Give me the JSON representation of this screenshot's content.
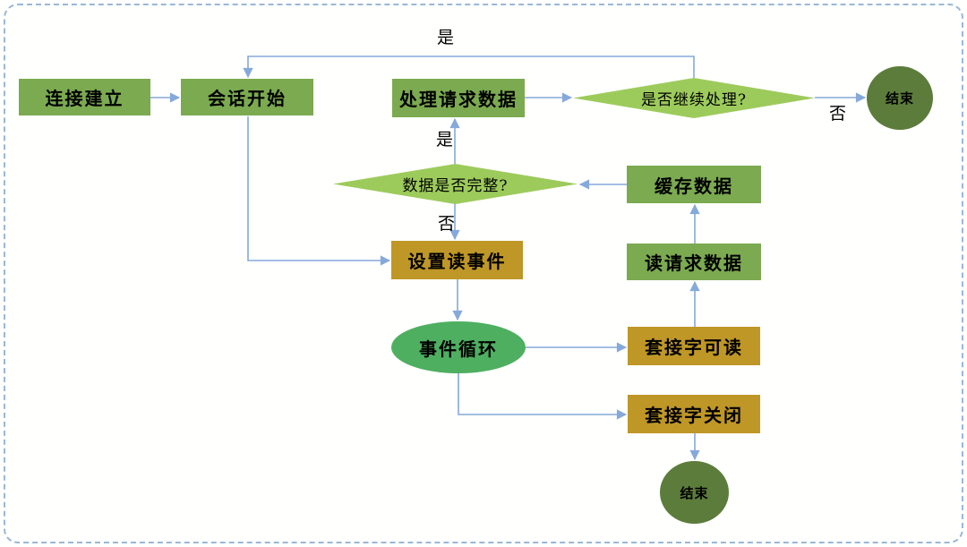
{
  "diagram": {
    "type": "flowchart",
    "language": "zh-CN",
    "nodes": {
      "connection_established": {
        "label": "连接建立",
        "shape": "rect-green"
      },
      "session_start": {
        "label": "会话开始",
        "shape": "rect-green"
      },
      "process_request_data": {
        "label": "处理请求数据",
        "shape": "rect-green"
      },
      "continue_processing_decision": {
        "label": "是否继续处理?",
        "shape": "diamond"
      },
      "end_top": {
        "label": "结束",
        "shape": "circle"
      },
      "data_complete_decision": {
        "label": "数据是否完整?",
        "shape": "diamond"
      },
      "cache_data": {
        "label": "缓存数据",
        "shape": "rect-green"
      },
      "set_read_event": {
        "label": "设置读事件",
        "shape": "rect-gold"
      },
      "read_request_data": {
        "label": "读请求数据",
        "shape": "rect-green"
      },
      "event_loop": {
        "label": "事件循环",
        "shape": "ellipse"
      },
      "socket_readable": {
        "label": "套接字可读",
        "shape": "rect-gold"
      },
      "socket_closed": {
        "label": "套接字关闭",
        "shape": "rect-gold"
      },
      "end_bottom": {
        "label": "结束",
        "shape": "circle"
      }
    },
    "edge_labels": {
      "yes_feedback_top": "是",
      "no_to_end": "否",
      "yes_data_complete": "是",
      "no_data_incomplete": "否"
    },
    "colors": {
      "rect_green": "#7BAA50",
      "rect_gold": "#BF9727",
      "diamond_green": "#9DCB5B",
      "ellipse_green": "#4EAF60",
      "circle_dark_green": "#5C7C3B",
      "connector_blue": "#85A9D9",
      "frame_border_blue": "#99B7D6",
      "text_color": "#000000",
      "background": "#FFFFFE"
    }
  }
}
